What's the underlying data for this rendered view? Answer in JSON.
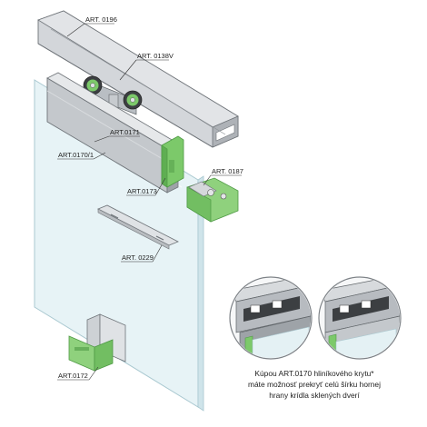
{
  "labels": {
    "rail": "ART. 0196",
    "trolley": "ART. 0138V",
    "cover": "ART.0171",
    "profile": "ART.0170/1",
    "stopper": "ART. 0187",
    "end_cap": "ART.0173",
    "bar": "ART. 0229",
    "floor_guide": "ART.0172"
  },
  "caption": {
    "line1": "Kúpou ART.0170 hliníkového krytu*",
    "line2": "máte možnosť prekryť celú šírku hornej",
    "line3": "hrany krídla sklených dverí"
  },
  "colors": {
    "aluminium": "#c9ccd0",
    "aluminium_dark": "#8f9499",
    "glass": "#e4f1f4",
    "green": "#7cc96a",
    "green_dark": "#4f9a45"
  }
}
